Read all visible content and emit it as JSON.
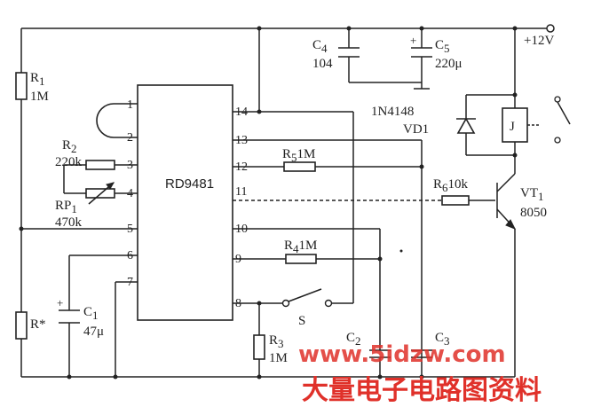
{
  "chip": {
    "name": "RD9481",
    "pins": [
      "1",
      "2",
      "3",
      "4",
      "5",
      "6",
      "7",
      "8",
      "9",
      "10",
      "11",
      "12",
      "13",
      "14"
    ]
  },
  "supply": "+12V",
  "components": {
    "R1": {
      "ref": "R",
      "sub": "1",
      "value": "1M"
    },
    "R2": {
      "ref": "R",
      "sub": "2",
      "value": "220k"
    },
    "RP1": {
      "ref": "RP",
      "sub": "1",
      "value": "470k"
    },
    "Rstar": {
      "ref": "R*"
    },
    "C1": {
      "ref": "C",
      "sub": "1",
      "value": "47μ"
    },
    "C4": {
      "ref": "C",
      "sub": "4",
      "value": "104"
    },
    "C5": {
      "ref": "C",
      "sub": "5",
      "value": "220μ"
    },
    "C2": {
      "ref": "C",
      "sub": "2"
    },
    "C3": {
      "ref": "C",
      "sub": "3"
    },
    "R5": {
      "ref": "R",
      "sub": "5",
      "value": "1M"
    },
    "R6": {
      "ref": "R",
      "sub": "6",
      "value": "10k"
    },
    "R4": {
      "ref": "R",
      "sub": "4",
      "value": "1M"
    },
    "R3": {
      "ref": "R",
      "sub": "3",
      "value": "1M"
    },
    "VD1": {
      "part": "1N4148",
      "ref": "VD1"
    },
    "VT1": {
      "ref": "VT",
      "sub": "1",
      "part": "8050"
    },
    "relay": {
      "label": "J"
    },
    "switch": {
      "label": "S"
    }
  },
  "watermark": {
    "url": "www.5idzw.com",
    "cn": "大量电子电路图资料"
  }
}
